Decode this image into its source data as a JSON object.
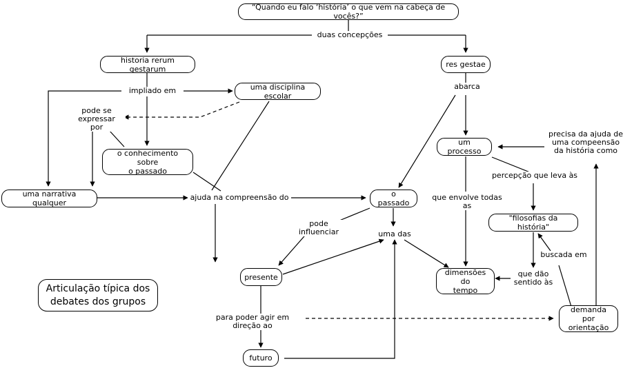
{
  "diagram": {
    "kind": "concept-map",
    "language": "pt-BR",
    "background_color": "#ffffff",
    "line_color": "#000000",
    "text_color": "#000000",
    "title_box": "Articulação típica dos\ndebates dos grupos",
    "nodes": [
      {
        "id": "pergunta",
        "label": "“Quando eu falo ‘história’ o que vem na cabeça de vocês?”"
      },
      {
        "id": "hrg",
        "label": "historia rerum gestarum"
      },
      {
        "id": "res",
        "label": "res gestae"
      },
      {
        "id": "disciplina",
        "label": "uma disciplina escolar"
      },
      {
        "id": "conhecimento",
        "label": "o conhecimento sobre\no passado"
      },
      {
        "id": "narrativa",
        "label": "uma narrativa qualquer"
      },
      {
        "id": "processo",
        "label": "um processo"
      },
      {
        "id": "passado",
        "label": "o passado"
      },
      {
        "id": "filosofias",
        "label": "\"filosofias da história\""
      },
      {
        "id": "presente",
        "label": "presente"
      },
      {
        "id": "dimensoes",
        "label": "dimensões do\ntempo"
      },
      {
        "id": "demanda",
        "label": "demanda por\norientação"
      },
      {
        "id": "futuro",
        "label": "futuro"
      },
      {
        "id": "titulo",
        "label": "Articulação típica dos\ndebates dos grupos"
      }
    ],
    "link_labels": [
      {
        "id": "duas-concepcoes",
        "text": "duas concepções"
      },
      {
        "id": "impliado-em",
        "text": "impliado em"
      },
      {
        "id": "pode-se-expressar",
        "text": "pode se\nexpressar\npor"
      },
      {
        "id": "abarca",
        "text": "abarca"
      },
      {
        "id": "precisa-ajuda",
        "text": "precisa da ajuda de\numa compeensão\nda história como"
      },
      {
        "id": "ajuda-compreensao",
        "text": "ajuda na compreensão do"
      },
      {
        "id": "que-envolve",
        "text": "que envolve todas as"
      },
      {
        "id": "percepcao",
        "text": "percepção que leva às"
      },
      {
        "id": "pode-influenciar",
        "text": "pode influenciar"
      },
      {
        "id": "uma-das",
        "text": "uma das"
      },
      {
        "id": "buscada-em",
        "text": "buscada em"
      },
      {
        "id": "que-dao-sentido",
        "text": "que dão\nsentido às"
      },
      {
        "id": "para-poder-agir",
        "text": "para poder agir em direção ao"
      }
    ]
  }
}
